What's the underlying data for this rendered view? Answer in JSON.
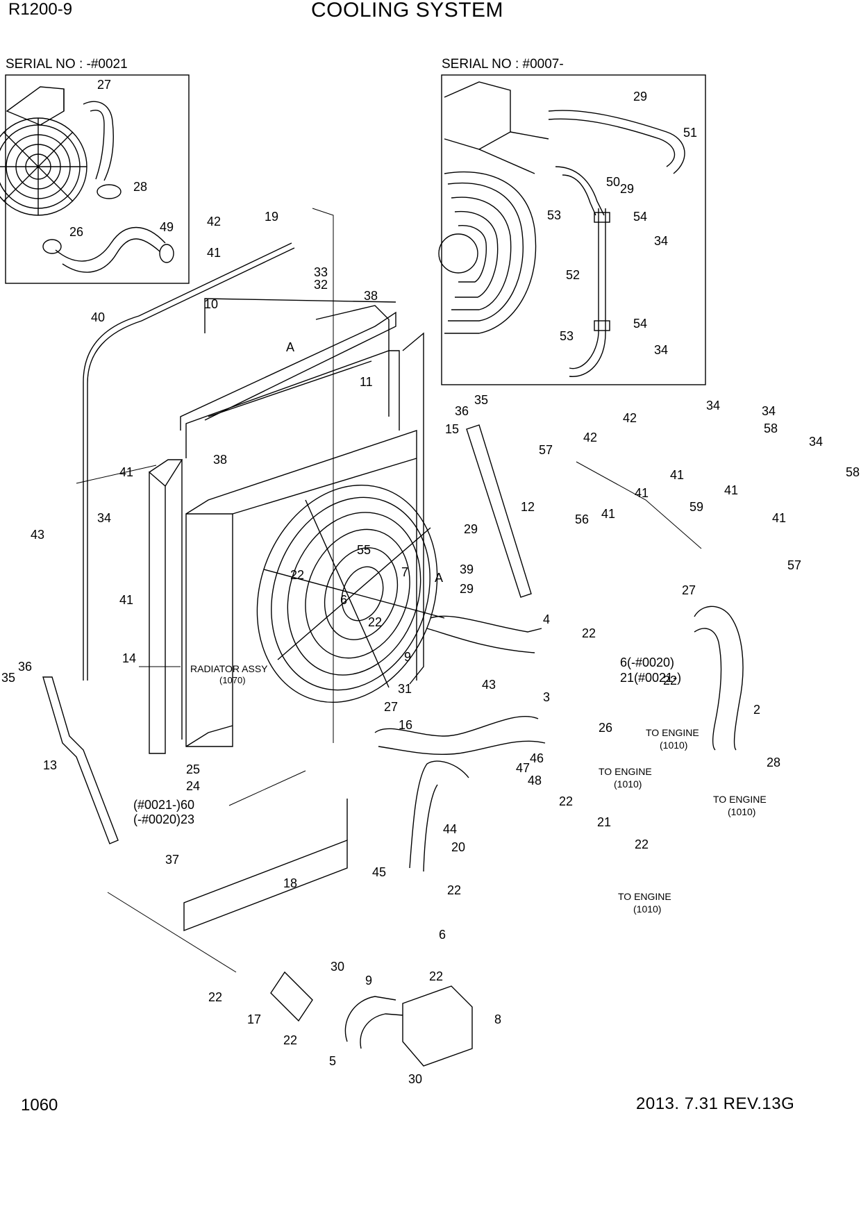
{
  "header": {
    "model": "R1200-9",
    "title": "COOLING SYSTEM"
  },
  "insets": {
    "left_serial": "SERIAL NO : -#0021",
    "right_serial": "SERIAL NO : #0007-"
  },
  "labels": {
    "radiator_assy": "RADIATOR ASSY",
    "radiator_ref": "(1070)",
    "to_engine": "TO ENGINE",
    "engine_ref": "(1010)",
    "note_6": "6(-#0020)",
    "note_21": "21(#0021-)",
    "note_60": "(#0021-)60",
    "note_23": "(-#0020)23",
    "view_a": "A"
  },
  "callouts": [
    "2",
    "3",
    "4",
    "5",
    "6",
    "7",
    "8",
    "9",
    "10",
    "11",
    "12",
    "13",
    "14",
    "15",
    "16",
    "17",
    "18",
    "19",
    "20",
    "21",
    "22",
    "23",
    "24",
    "25",
    "26",
    "27",
    "28",
    "29",
    "30",
    "31",
    "32",
    "33",
    "34",
    "35",
    "36",
    "37",
    "38",
    "39",
    "40",
    "41",
    "42",
    "43",
    "44",
    "45",
    "46",
    "47",
    "48",
    "49",
    "50",
    "51",
    "52",
    "53",
    "54",
    "55",
    "56",
    "57",
    "58",
    "59",
    "60"
  ],
  "footer": {
    "page": "1060",
    "revision": "2013. 7.31  REV.13G"
  }
}
